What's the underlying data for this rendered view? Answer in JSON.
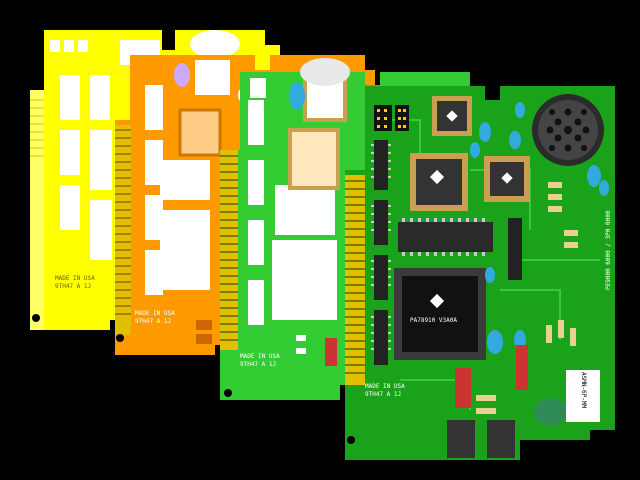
{
  "palette": {
    "background": "#000000",
    "board_yellow": "#ffff00",
    "board_orange": "#ff9900",
    "board_green_mid": "#33cc33",
    "board_green_front": "#1aa31a",
    "gold_fingers": "#e0c000",
    "chip_dark": "#222222",
    "chip_socket": "#c8a050",
    "speaker": "#2b2b2b",
    "cap_cyan": "#33aadd"
  },
  "boards": {
    "yellow": {
      "made_in": "MADE IN USA",
      "part_code": "9TH47 A 1J"
    },
    "orange": {
      "made_in": "MADE IN USA",
      "part_code": "9TH47 A 1J"
    },
    "green_mid": {
      "made_in": "MADE IN USA",
      "part_code": "9TH47 A 1J"
    },
    "green_front": {
      "made_in": "MADE IN USA",
      "part_code": "9TH47 A 1J",
      "edge_label": "PE9000 6000 / 3P0 0000",
      "main_chip_label": "PA78910 V3A0A",
      "module_label": "ASMN-6P-MM"
    }
  }
}
